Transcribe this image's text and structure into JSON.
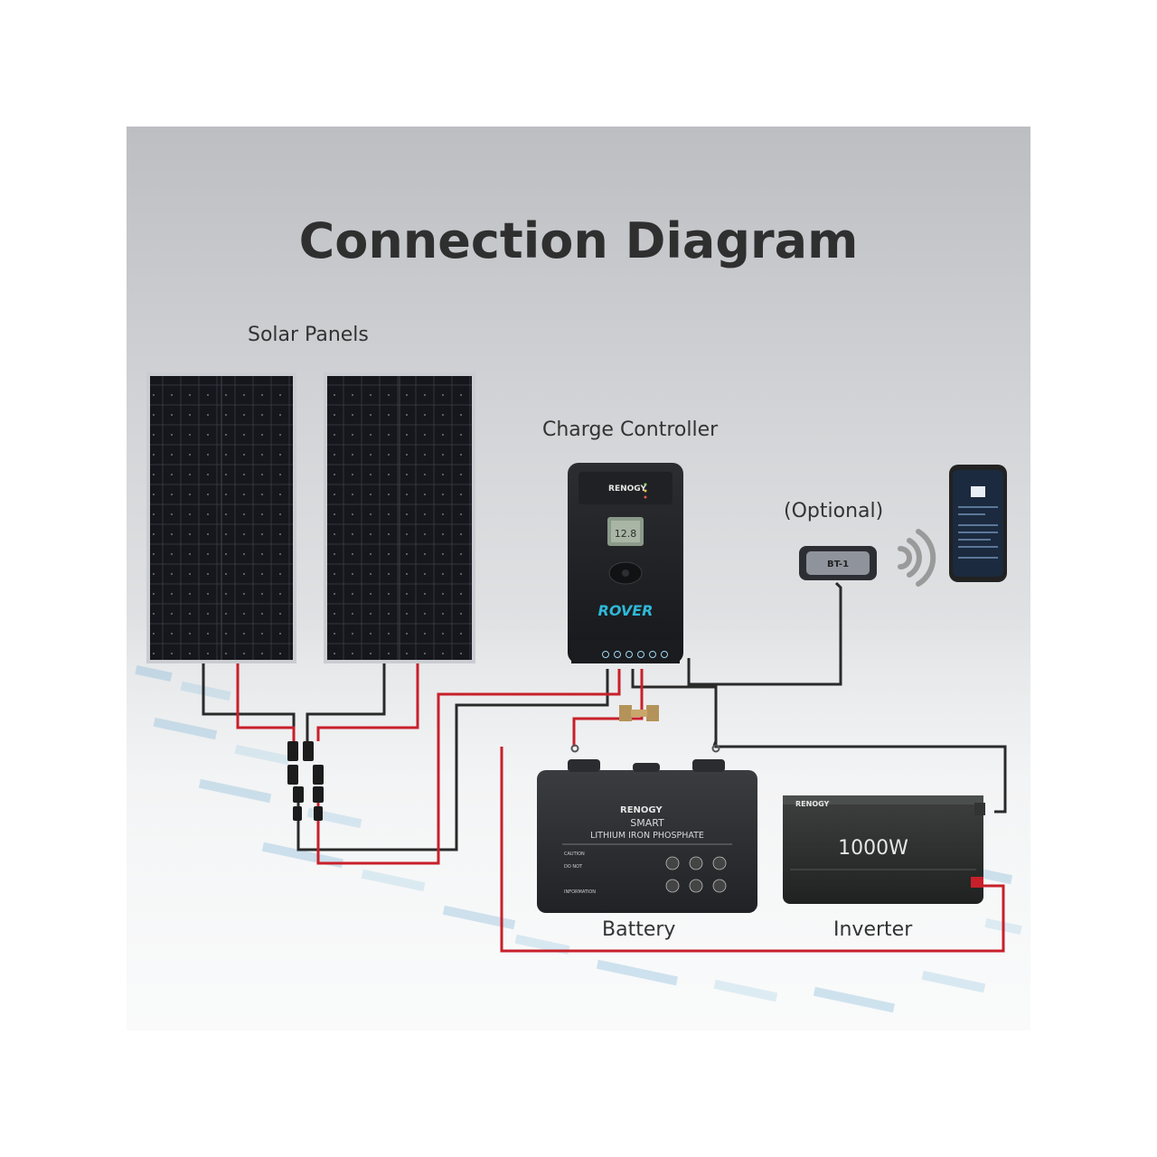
{
  "title": "Connection Diagram",
  "labels": {
    "solar_panels": "Solar Panels",
    "charge_controller": "Charge Controller",
    "optional": "(Optional)",
    "battery": "Battery",
    "inverter": "Inverter"
  },
  "controller": {
    "brand": "RENOGY",
    "model": "ROVER",
    "lcd_reading": "12.8"
  },
  "bluetooth_module": {
    "label": "BT-1"
  },
  "battery": {
    "brand": "RENOGY",
    "line1": "SMART",
    "line2": "LITHIUM IRON PHOSPHATE",
    "caution": "CAUTION",
    "do_not": "DO NOT",
    "information": "INFORMATION"
  },
  "inverter": {
    "brand": "RENOGY",
    "power": "1000W"
  },
  "colors": {
    "positive_wire": "#c8202a",
    "negative_wire": "#2a2a2a",
    "panel_cell": "#15171c",
    "device_body": "#26282c"
  }
}
